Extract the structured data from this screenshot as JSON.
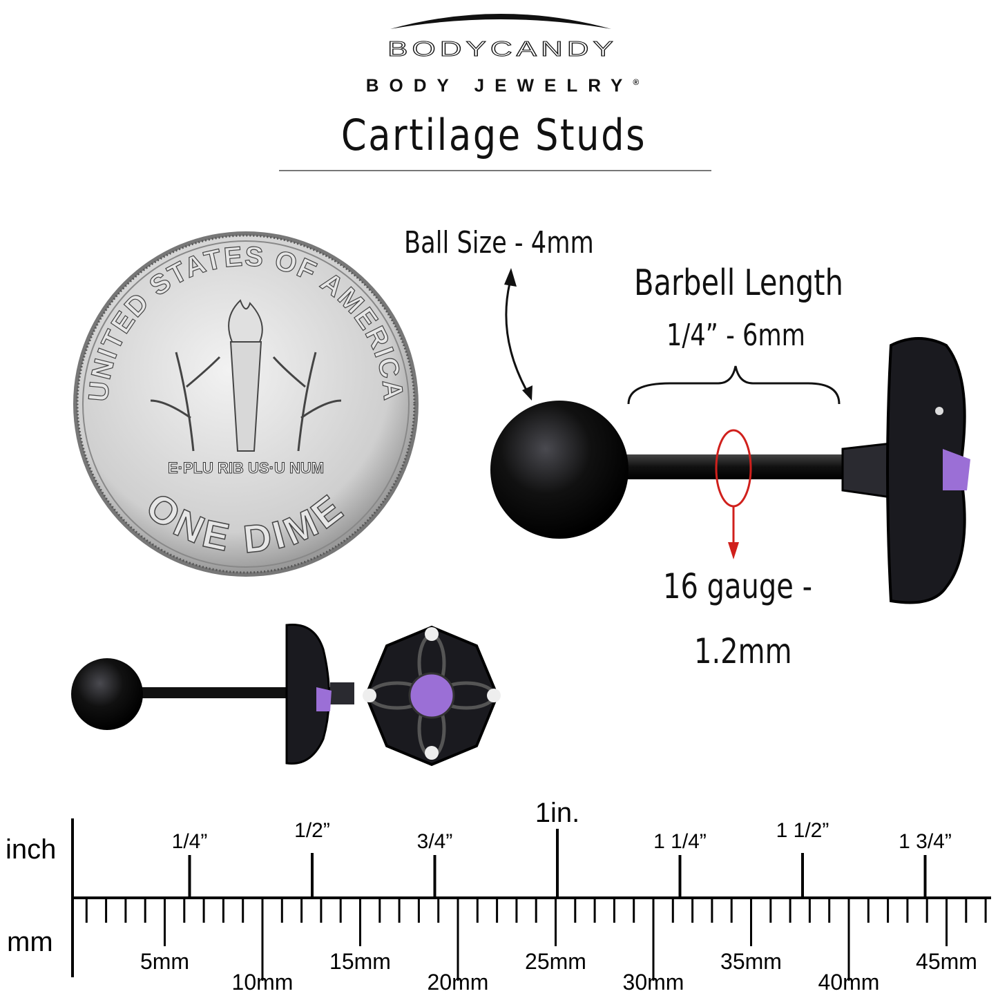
{
  "brand": {
    "name": "BODYCANDY",
    "tagline": "BODY JEWELRY",
    "registered": "®"
  },
  "title": "Cartilage Studs",
  "annotations": {
    "ball_size": "Ball Size - 4mm",
    "barbell_length": "Barbell Length",
    "barbell_length_value": "1/4” - 6mm",
    "gauge": "16 gauge -",
    "gauge_value": "1.2mm"
  },
  "coin": {
    "top_text": "UNITED STATES OF AMERICA",
    "motto": "E·PLU RIB US·U NUM",
    "bottom_text": "ONE DIME"
  },
  "colors": {
    "gem": "#9b6fd6",
    "metal": "#151518",
    "arrow": "#d0201c",
    "coin": "#c9c9c9"
  },
  "ruler": {
    "inch_label": "inch",
    "mm_label": "mm",
    "inch_marks": [
      {
        "value": 0.25,
        "label": "1/4”"
      },
      {
        "value": 0.5,
        "label": "1/2”"
      },
      {
        "value": 0.75,
        "label": "3/4”"
      },
      {
        "value": 1,
        "label": "1in."
      },
      {
        "value": 1.25,
        "label": "1 1/4”"
      },
      {
        "value": 1.5,
        "label": "1 1/2”"
      },
      {
        "value": 1.75,
        "label": "1 3/4”"
      }
    ],
    "mm_labels": [
      {
        "value": 5,
        "label": "5mm"
      },
      {
        "value": 10,
        "label": "10mm"
      },
      {
        "value": 15,
        "label": "15mm"
      },
      {
        "value": 20,
        "label": "20mm"
      },
      {
        "value": 25,
        "label": "25mm"
      },
      {
        "value": 30,
        "label": "30mm"
      },
      {
        "value": 35,
        "label": "35mm"
      },
      {
        "value": 40,
        "label": "40mm"
      },
      {
        "value": 45,
        "label": "45mm"
      }
    ],
    "max_mm": 47
  }
}
